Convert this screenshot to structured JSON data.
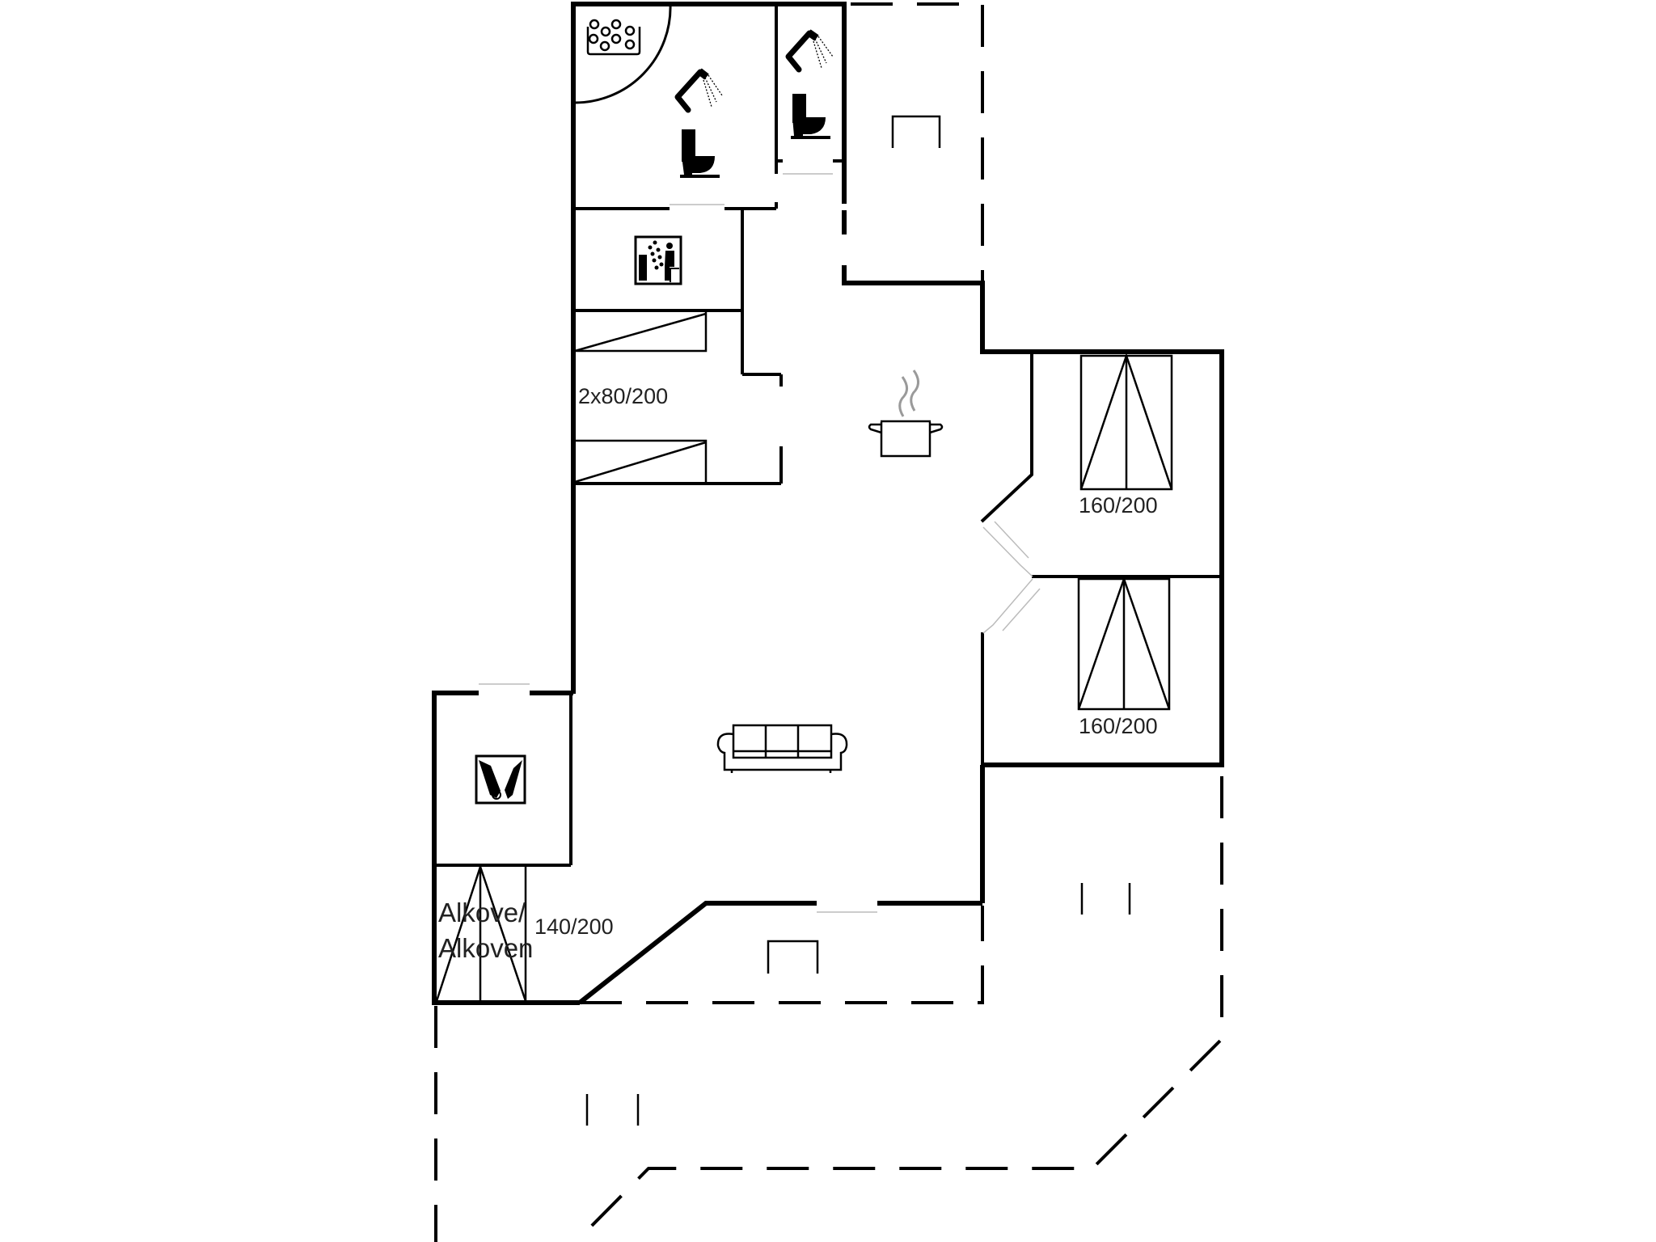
{
  "floorplan": {
    "colors": {
      "wall": "#000000",
      "thin": "#111111",
      "background": "#ffffff",
      "text": "#222222"
    },
    "rooms": [
      {
        "id": "bathroom-1",
        "icons": [
          "spa-icon",
          "shower-icon",
          "toilet-icon"
        ]
      },
      {
        "id": "bathroom-2",
        "icons": [
          "shower-icon",
          "toilet-icon"
        ]
      },
      {
        "id": "sauna",
        "icons": [
          "sauna-icon"
        ]
      },
      {
        "id": "bedroom-twin",
        "bed_label": "2x80/200"
      },
      {
        "id": "kitchen",
        "icons": [
          "cooking-pot-icon"
        ]
      },
      {
        "id": "living-room",
        "icons": [
          "sofa-icon"
        ]
      },
      {
        "id": "bedroom-1",
        "bed_label": "160/200"
      },
      {
        "id": "bedroom-2",
        "bed_label": "160/200"
      },
      {
        "id": "utility",
        "icons": [
          "washing-machine-icon"
        ]
      },
      {
        "id": "alcove",
        "bed_label": "140/200",
        "name_line1": "Alkove/",
        "name_line2": "Alkoven"
      }
    ],
    "labels": {
      "twin_beds": "2x80/200",
      "bed_top_right": "160/200",
      "bed_bottom_right": "160/200",
      "alcove_line1": "Alkove/",
      "alcove_line2": "Alkoven",
      "alcove_bed": "140/200"
    }
  }
}
